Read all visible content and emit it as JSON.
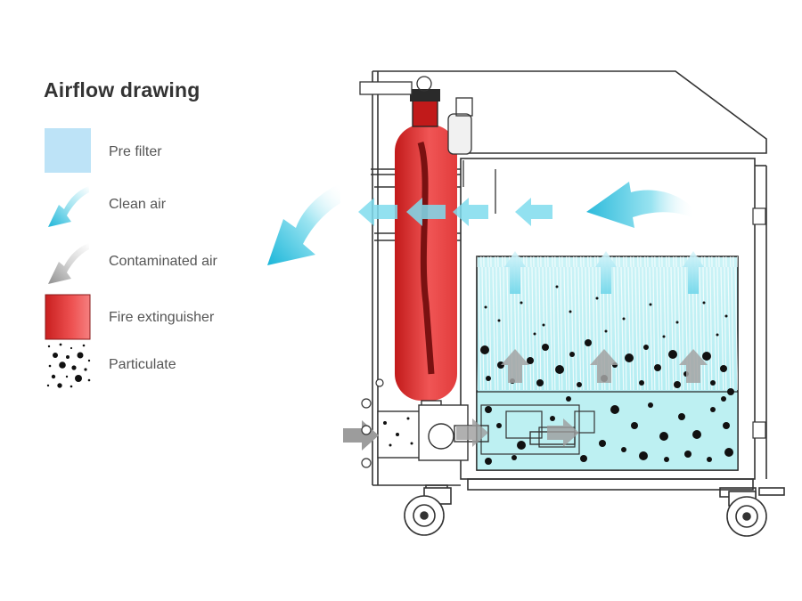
{
  "legend": {
    "title": "Airflow drawing",
    "items": [
      {
        "key": "pre_filter",
        "label": "Pre filter",
        "color": "#bde3f7"
      },
      {
        "key": "clean_air",
        "label": "Clean air",
        "color": "#35c6e3"
      },
      {
        "key": "contaminated_air",
        "label": "Contaminated air",
        "color": "#a7a7a7"
      },
      {
        "key": "fire_extinguisher",
        "label": "Fire extinguisher",
        "color": "#e63b3b"
      },
      {
        "key": "particulate",
        "label": "Particulate",
        "color": "#111111"
      }
    ]
  },
  "colors": {
    "outline": "#333333",
    "tank": "#bdf0f2",
    "prefilter": "#bde3f7",
    "clean_air": "#35c6e3",
    "contaminated_air": "#a7a7a7",
    "fire": "#e63b3b",
    "particle": "#111111"
  }
}
